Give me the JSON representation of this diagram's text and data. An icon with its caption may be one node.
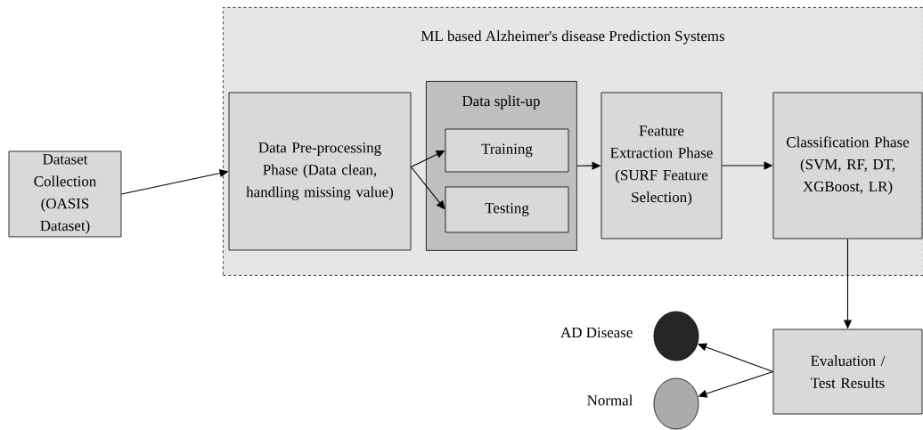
{
  "diagram": {
    "nodes": [
      {
        "text": [
          "ML based Alzheimer's disease Prediction Systems"
        ]
      },
      {
        "text": [
          "Dataset Collection (OASIS Dataset)"
        ]
      },
      {
        "text": [
          "Data Pre-processing Phase (Data clean, handling missing value)"
        ],
        "in": 0
      },
      {
        "text": [
          "Data split-up"
        ],
        "in": 0
      },
      {
        "text": [
          "Training"
        ],
        "in": 3
      },
      {
        "text": [
          "Testing"
        ],
        "in": 3
      },
      {
        "text": [
          "Feature Extraction Phase (SURF Feature Selection)"
        ],
        "in": 0
      },
      {
        "text": [
          "Classification Phase (SVM, RF, DT, XGBoost, LR)"
        ],
        "in": 0
      },
      {
        "text": [
          "Evaluation / Test Results"
        ]
      },
      {
        "text": [],
        "shape": "circle",
        "beside": [
          "AD Disease"
        ]
      },
      {
        "text": [],
        "shape": "circle",
        "beside": [
          "Normal"
        ]
      }
    ],
    "edges": [
      {
        "from": 1,
        "to": 2,
        "arrow": "to"
      },
      {
        "from": 2,
        "to": 4,
        "arrow": "to"
      },
      {
        "from": 2,
        "to": 5,
        "arrow": "to"
      },
      {
        "from": 3,
        "to": 6,
        "arrow": "to"
      },
      {
        "from": 6,
        "to": 7,
        "arrow": "to"
      },
      {
        "from": 7,
        "to": 8,
        "arrow": "to"
      },
      {
        "from": 8,
        "to": 9,
        "arrow": "to"
      },
      {
        "from": 8,
        "to": 10,
        "arrow": "to"
      }
    ]
  }
}
